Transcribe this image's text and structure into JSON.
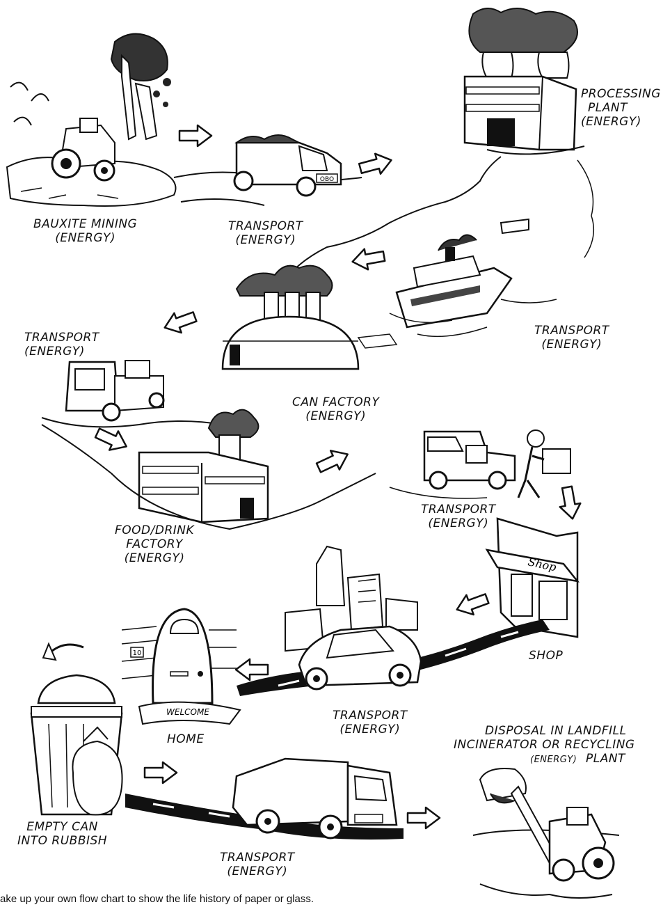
{
  "labels": {
    "bauxite_mining": "BAUXITE MINING",
    "bauxite_energy": "(ENERGY)",
    "transport1": "TRANSPORT",
    "transport1_energy": "(ENERGY)",
    "processing_plant_1": "PROCESSING",
    "processing_plant_2": "PLANT",
    "processing_energy": "(ENERGY)",
    "transport_ship": "TRANSPORT",
    "transport_ship_energy": "(ENERGY)",
    "transport_van": "TRANSPORT",
    "transport_van_energy": "(ENERGY)",
    "can_factory": "CAN FACTORY",
    "can_factory_energy": "(ENERGY)",
    "food_drink_1": "FOOD/DRINK",
    "food_drink_2": "FACTORY",
    "food_drink_energy": "(ENERGY)",
    "transport_delivery": "TRANSPORT",
    "transport_delivery_energy": "(ENERGY)",
    "shop": "SHOP",
    "shop_sign": "Shop",
    "transport_car": "TRANSPORT",
    "transport_car_energy": "(ENERGY)",
    "home": "HOME",
    "house_number": "10",
    "welcome_mat": "WELCOME",
    "empty_can_1": "EMPTY CAN",
    "empty_can_2": "INTO RUBBISH",
    "transport_truck": "TRANSPORT",
    "transport_truck_energy": "(ENERGY)",
    "disposal_1": "DISPOSAL IN LANDFILL",
    "disposal_2": "INCINERATOR OR RECYCLING",
    "disposal_energy": "(ENERGY)",
    "disposal_plant": "PLANT",
    "van_plate": "OBO"
  },
  "caption": "ake up your own flow chart to show the life history of paper or glass."
}
